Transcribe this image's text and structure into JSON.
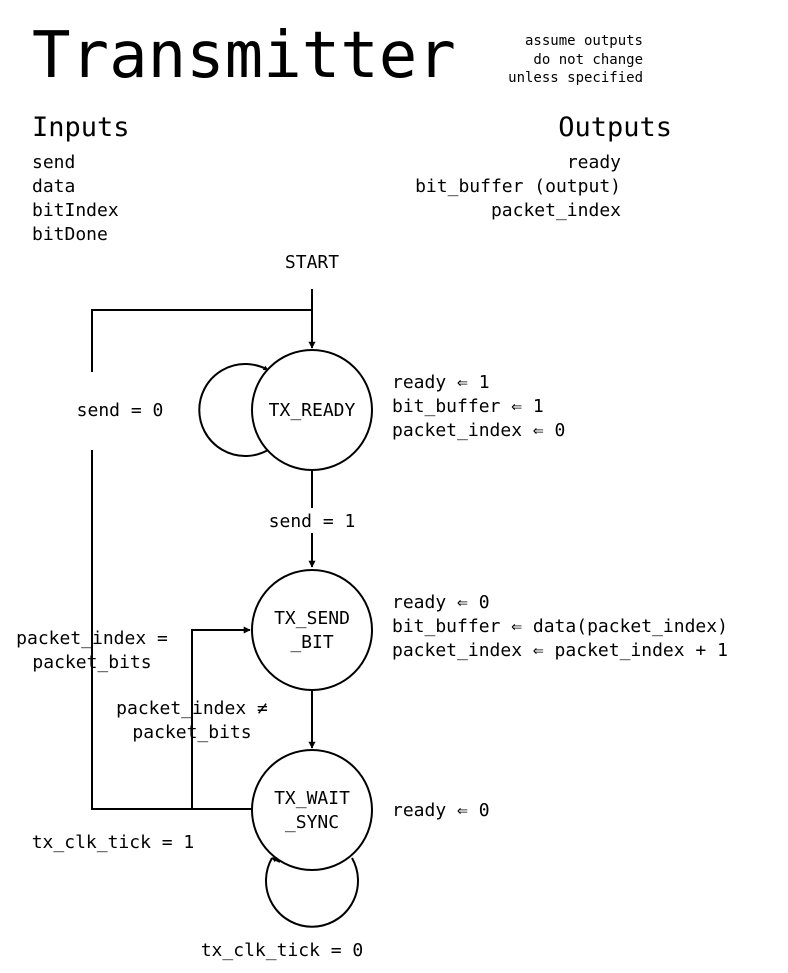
{
  "title": "Transmitter",
  "note": [
    "assume outputs",
    "do not change",
    "unless specified"
  ],
  "inputs": {
    "heading": "Inputs",
    "items": [
      "send",
      "data",
      "bitIndex",
      "bitDone"
    ]
  },
  "outputs": {
    "heading": "Outputs",
    "items": [
      "ready",
      "bit_buffer (output)",
      "packet_index"
    ]
  },
  "diagram": {
    "start_label": "START",
    "states": [
      {
        "name": "TX_READY",
        "lines": [
          "TX_READY"
        ],
        "actions": [
          "ready ⇐ 1",
          "bit_buffer ⇐ 1",
          "packet_index ⇐ 0"
        ]
      },
      {
        "name": "TX_SEND_BIT",
        "lines": [
          "TX_SEND",
          "_BIT"
        ],
        "actions": [
          "ready ⇐ 0",
          "bit_buffer ⇐ data(packet_index)",
          "packet_index ⇐ packet_index + 1"
        ]
      },
      {
        "name": "TX_WAIT_SYNC",
        "lines": [
          "TX_WAIT",
          "_SYNC"
        ],
        "actions": [
          "ready ⇐ 0"
        ]
      }
    ],
    "transitions": {
      "ready_self": "send = 0",
      "ready_to_send": "send = 1",
      "wait_to_ready": [
        "packet_index =",
        "packet_bits"
      ],
      "wait_to_send": [
        "packet_index ≠",
        "packet_bits"
      ],
      "wait_exit": "tx_clk_tick = 1",
      "wait_self": "tx_clk_tick = 0"
    }
  }
}
